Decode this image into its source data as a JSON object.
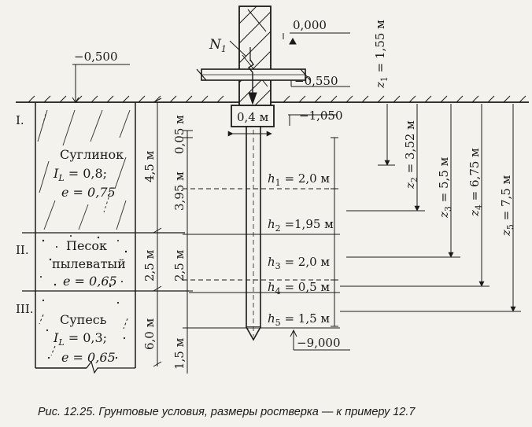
{
  "levels": {
    "top": "0,000",
    "surface": "−0,500",
    "slab_bottom": "−0,550",
    "cap_bottom": "−1,050",
    "pile_tip": "−9,000"
  },
  "load": {
    "symbol": "N",
    "subscript": "1"
  },
  "cap": {
    "width_label": "0,4 м"
  },
  "layers": [
    {
      "numeral": "I.",
      "name": "Суглинок",
      "param1_sym": "I",
      "param1_sub": "L",
      "param1_val": " = 0,8;",
      "param2": "e = 0,75",
      "thickness": "4,5 м"
    },
    {
      "numeral": "II.",
      "name1": "Песок",
      "name2": "пылеватый",
      "param2": "e = 0,65",
      "thickness": "2,5 м"
    },
    {
      "numeral": "III.",
      "name": "Супесь",
      "param1_sym": "I",
      "param1_sub": "L",
      "param1_val": " = 0,3;",
      "param2": "e = 0,65",
      "thickness": "6,0 м"
    }
  ],
  "pile_dims": [
    "0,05 м",
    "3,95 м",
    "2,5 м",
    "1,5 м"
  ],
  "sublayers": [
    {
      "sym": "h",
      "sub": "1",
      "val": " = 2,0 м"
    },
    {
      "sym": "h",
      "sub": "2",
      "val": " =1,95 м"
    },
    {
      "sym": "h",
      "sub": "3",
      "val": " = 2,0 м"
    },
    {
      "sym": "h",
      "sub": "4",
      "val": " = 0,5 м"
    },
    {
      "sym": "h",
      "sub": "5",
      "val": " = 1,5 м"
    }
  ],
  "depths": [
    {
      "sym": "z",
      "sub": "1",
      "val": " = 1,55 м"
    },
    {
      "sym": "z",
      "sub": "2",
      "val": " = 3,52 м"
    },
    {
      "sym": "z",
      "sub": "3",
      "val": " = 5,5 м"
    },
    {
      "sym": "z",
      "sub": "4",
      "val": " = 6,75 м"
    },
    {
      "sym": "z",
      "sub": "5",
      "val": " = 7,5 м"
    }
  ],
  "caption": "Рис. 12.25. Грунтовые условия, размеры ростверка — к примеру 12.7"
}
